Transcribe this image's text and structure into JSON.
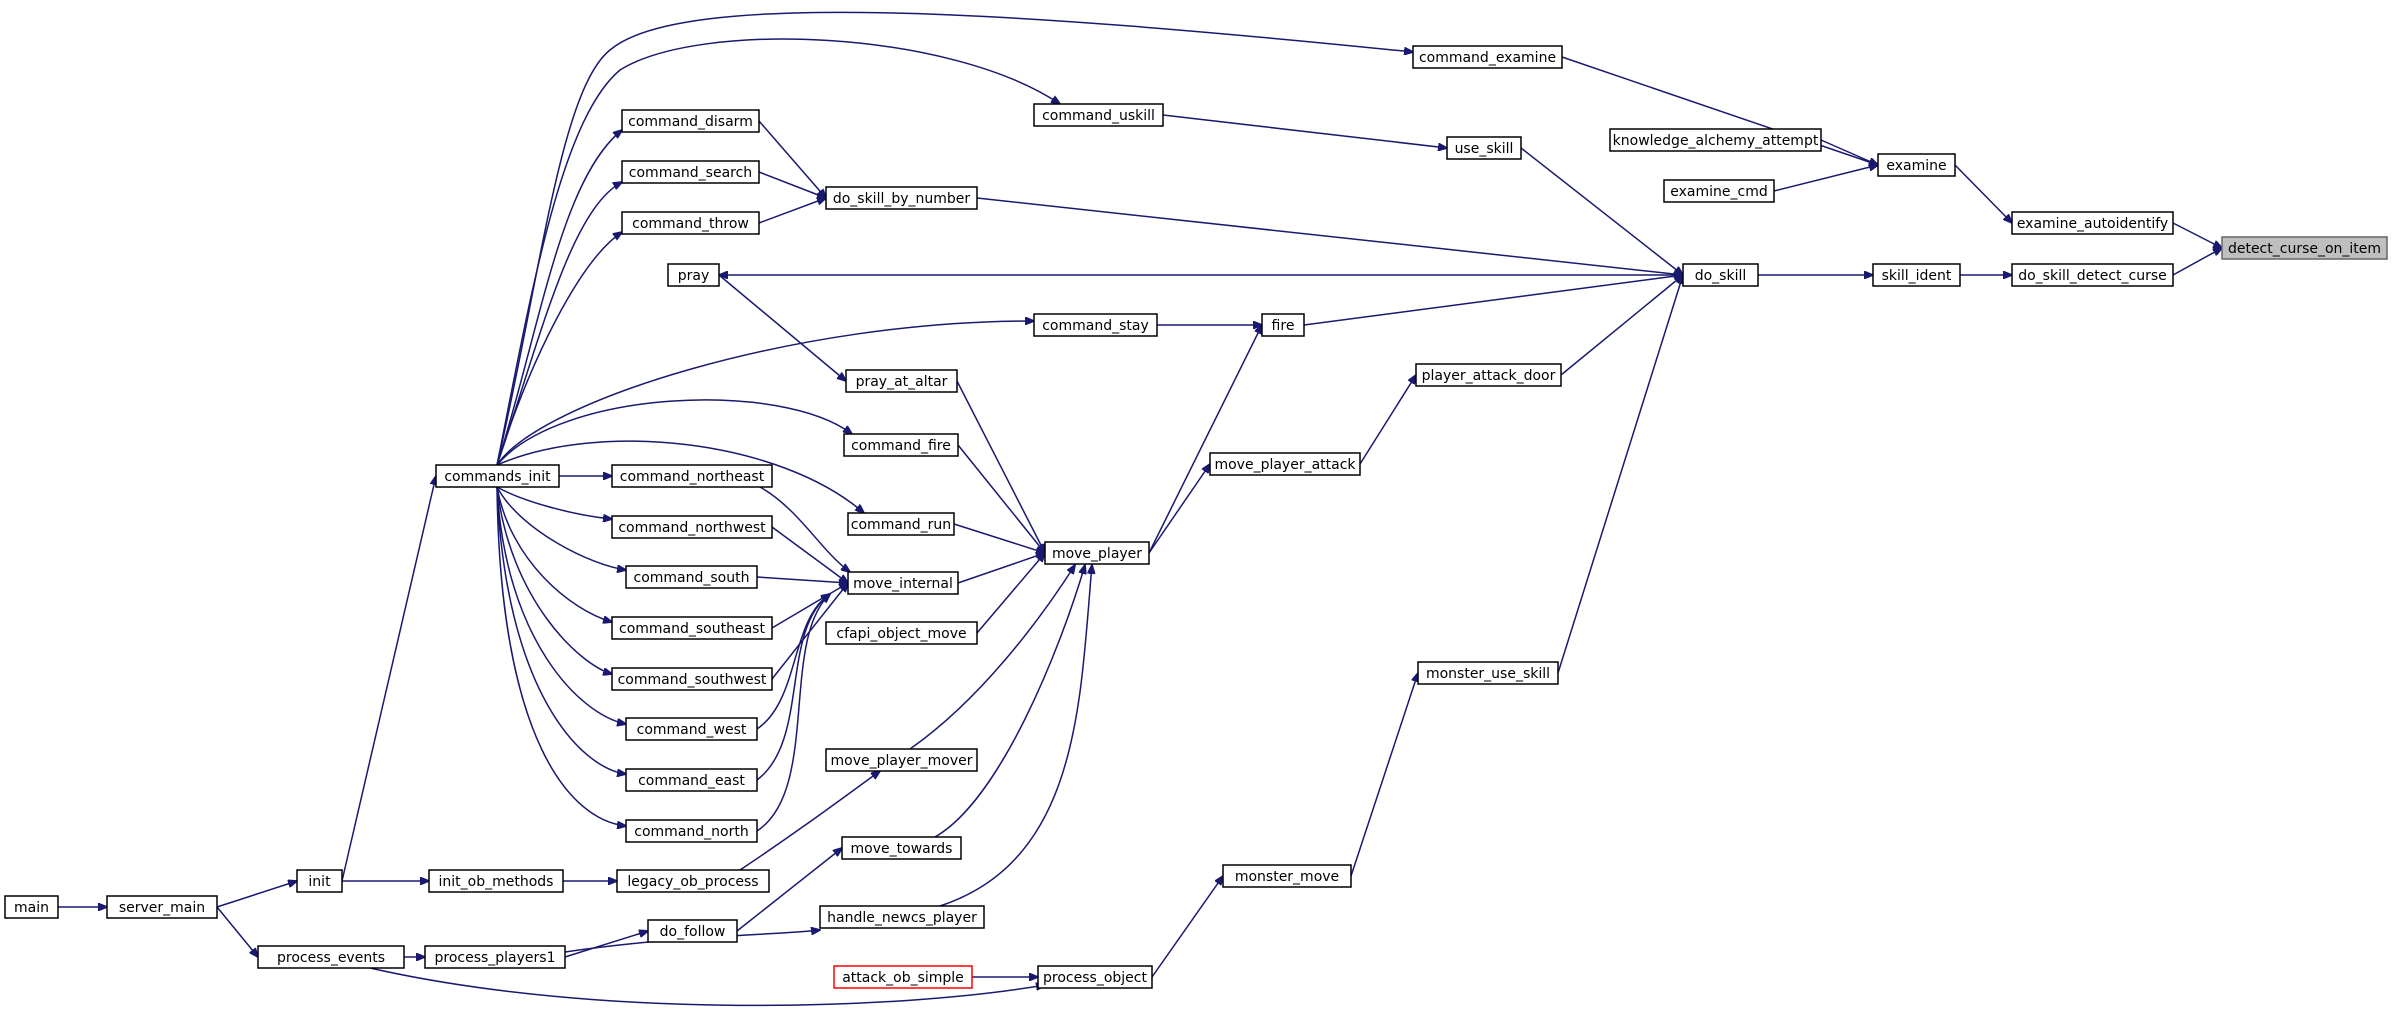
{
  "graph": {
    "title": "",
    "colors": {
      "edge": "#191970",
      "node_border": "#000000",
      "highlight_fill": "#bfbfbf",
      "truncated_border": "#ff0000"
    },
    "nodes": [
      {
        "id": "detect_curse_on_item",
        "label": "detect_curse_on_item",
        "highlight": true
      },
      {
        "id": "do_skill_detect_curse",
        "label": "do_skill_detect_curse"
      },
      {
        "id": "examine_autoidentify",
        "label": "examine_autoidentify"
      },
      {
        "id": "examine",
        "label": "examine"
      },
      {
        "id": "command_examine",
        "label": "command_examine"
      },
      {
        "id": "knowledge_alchemy_attempt",
        "label": "knowledge_alchemy_attempt"
      },
      {
        "id": "examine_cmd",
        "label": "examine_cmd"
      },
      {
        "id": "skill_ident",
        "label": "skill_ident"
      },
      {
        "id": "do_skill",
        "label": "do_skill"
      },
      {
        "id": "use_skill",
        "label": "use_skill"
      },
      {
        "id": "command_uskill",
        "label": "command_uskill"
      },
      {
        "id": "do_skill_by_number",
        "label": "do_skill_by_number"
      },
      {
        "id": "command_disarm",
        "label": "command_disarm"
      },
      {
        "id": "command_search",
        "label": "command_search"
      },
      {
        "id": "command_throw",
        "label": "command_throw"
      },
      {
        "id": "pray",
        "label": "pray"
      },
      {
        "id": "fire",
        "label": "fire"
      },
      {
        "id": "command_stay",
        "label": "command_stay"
      },
      {
        "id": "pray_at_altar",
        "label": "pray_at_altar"
      },
      {
        "id": "player_attack_door",
        "label": "player_attack_door"
      },
      {
        "id": "move_player_attack",
        "label": "move_player_attack"
      },
      {
        "id": "command_fire",
        "label": "command_fire"
      },
      {
        "id": "commands_init",
        "label": "commands_init"
      },
      {
        "id": "command_northeast",
        "label": "command_northeast"
      },
      {
        "id": "command_northwest",
        "label": "command_northwest"
      },
      {
        "id": "command_run",
        "label": "command_run"
      },
      {
        "id": "move_player",
        "label": "move_player"
      },
      {
        "id": "command_south",
        "label": "command_south"
      },
      {
        "id": "move_internal",
        "label": "move_internal"
      },
      {
        "id": "command_southeast",
        "label": "command_southeast"
      },
      {
        "id": "cfapi_object_move",
        "label": "cfapi_object_move"
      },
      {
        "id": "command_southwest",
        "label": "command_southwest"
      },
      {
        "id": "monster_use_skill",
        "label": "monster_use_skill"
      },
      {
        "id": "command_west",
        "label": "command_west"
      },
      {
        "id": "move_player_mover",
        "label": "move_player_mover"
      },
      {
        "id": "command_east",
        "label": "command_east"
      },
      {
        "id": "command_north",
        "label": "command_north"
      },
      {
        "id": "move_towards",
        "label": "move_towards"
      },
      {
        "id": "monster_move",
        "label": "monster_move"
      },
      {
        "id": "init",
        "label": "init"
      },
      {
        "id": "init_ob_methods",
        "label": "init_ob_methods"
      },
      {
        "id": "legacy_ob_process",
        "label": "legacy_ob_process"
      },
      {
        "id": "main",
        "label": "main"
      },
      {
        "id": "server_main",
        "label": "server_main"
      },
      {
        "id": "do_follow",
        "label": "do_follow"
      },
      {
        "id": "handle_newcs_player",
        "label": "handle_newcs_player"
      },
      {
        "id": "process_events",
        "label": "process_events"
      },
      {
        "id": "process_players1",
        "label": "process_players1"
      },
      {
        "id": "attack_ob_simple",
        "label": "attack_ob_simple",
        "truncated": true
      },
      {
        "id": "process_object",
        "label": "process_object"
      }
    ],
    "edges": [
      [
        "do_skill_detect_curse",
        "detect_curse_on_item"
      ],
      [
        "examine_autoidentify",
        "detect_curse_on_item"
      ],
      [
        "examine",
        "examine_autoidentify"
      ],
      [
        "command_examine",
        "examine"
      ],
      [
        "knowledge_alchemy_attempt",
        "examine"
      ],
      [
        "examine_cmd",
        "examine"
      ],
      [
        "skill_ident",
        "do_skill_detect_curse"
      ],
      [
        "do_skill",
        "skill_ident"
      ],
      [
        "use_skill",
        "do_skill"
      ],
      [
        "command_uskill",
        "use_skill"
      ],
      [
        "do_skill_by_number",
        "do_skill"
      ],
      [
        "command_disarm",
        "do_skill_by_number"
      ],
      [
        "command_search",
        "do_skill_by_number"
      ],
      [
        "command_throw",
        "do_skill_by_number"
      ],
      [
        "do_skill",
        "pray"
      ],
      [
        "fire",
        "do_skill"
      ],
      [
        "command_stay",
        "fire"
      ],
      [
        "player_attack_door",
        "do_skill"
      ],
      [
        "move_player_attack",
        "player_attack_door"
      ],
      [
        "move_player",
        "move_player_attack"
      ],
      [
        "move_player",
        "fire"
      ],
      [
        "pray",
        "pray_at_altar"
      ],
      [
        "pray_at_altar",
        "move_player"
      ],
      [
        "command_fire",
        "move_player"
      ],
      [
        "command_run",
        "move_player"
      ],
      [
        "move_internal",
        "move_player"
      ],
      [
        "cfapi_object_move",
        "move_player"
      ],
      [
        "move_player_mover",
        "move_player"
      ],
      [
        "move_towards",
        "move_player"
      ],
      [
        "handle_newcs_player",
        "move_player"
      ],
      [
        "monster_use_skill",
        "do_skill"
      ],
      [
        "monster_move",
        "monster_use_skill"
      ],
      [
        "process_object",
        "monster_move"
      ],
      [
        "attack_ob_simple",
        "process_object"
      ],
      [
        "process_events",
        "process_object"
      ],
      [
        "commands_init",
        "command_examine"
      ],
      [
        "commands_init",
        "command_uskill"
      ],
      [
        "commands_init",
        "command_disarm"
      ],
      [
        "commands_init",
        "command_search"
      ],
      [
        "commands_init",
        "command_throw"
      ],
      [
        "commands_init",
        "command_stay"
      ],
      [
        "commands_init",
        "command_fire"
      ],
      [
        "commands_init",
        "command_run"
      ],
      [
        "commands_init",
        "command_northeast"
      ],
      [
        "commands_init",
        "command_northwest"
      ],
      [
        "commands_init",
        "command_south"
      ],
      [
        "commands_init",
        "command_southeast"
      ],
      [
        "commands_init",
        "command_southwest"
      ],
      [
        "commands_init",
        "command_west"
      ],
      [
        "commands_init",
        "command_east"
      ],
      [
        "commands_init",
        "command_north"
      ],
      [
        "command_northeast",
        "move_internal"
      ],
      [
        "command_northwest",
        "move_internal"
      ],
      [
        "command_south",
        "move_internal"
      ],
      [
        "command_southeast",
        "move_internal"
      ],
      [
        "command_southwest",
        "move_internal"
      ],
      [
        "command_west",
        "move_internal"
      ],
      [
        "command_east",
        "move_internal"
      ],
      [
        "command_north",
        "move_internal"
      ],
      [
        "init",
        "commands_init"
      ],
      [
        "init",
        "init_ob_methods"
      ],
      [
        "init_ob_methods",
        "legacy_ob_process"
      ],
      [
        "legacy_ob_process",
        "move_player_mover"
      ],
      [
        "server_main",
        "init"
      ],
      [
        "main",
        "server_main"
      ],
      [
        "server_main",
        "process_events"
      ],
      [
        "process_events",
        "process_players1"
      ],
      [
        "process_players1",
        "do_follow"
      ],
      [
        "process_players1",
        "handle_newcs_player"
      ],
      [
        "do_follow",
        "move_towards"
      ]
    ]
  }
}
